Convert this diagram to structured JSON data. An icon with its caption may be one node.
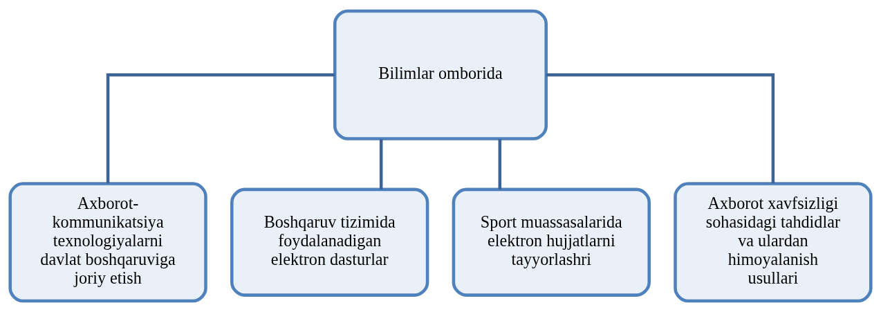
{
  "diagram": {
    "nodes": [
      {
        "text": [
          "Bilimlar omborida"
        ]
      },
      {
        "text": [
          "Axborot-kommunikatsiya texnologiyalarni davlat boshqaruviga joriy etish"
        ]
      },
      {
        "text": [
          "Boshqaruv tizimida foydalanadigan elektron dasturlar"
        ]
      },
      {
        "text": [
          "Sport muassasalarida elektron hujjatlarni tayyorlashri"
        ]
      },
      {
        "text": [
          "Axborot xavfsizligi sohasidagi tahdidlar va ulardan himoyalanish usullari"
        ]
      }
    ],
    "edges": [
      {
        "from": 0,
        "to": 1,
        "arrow": "none"
      },
      {
        "from": 0,
        "to": 2,
        "arrow": "none"
      },
      {
        "from": 0,
        "to": 3,
        "arrow": "none"
      },
      {
        "from": 0,
        "to": 4,
        "arrow": "none"
      }
    ]
  }
}
